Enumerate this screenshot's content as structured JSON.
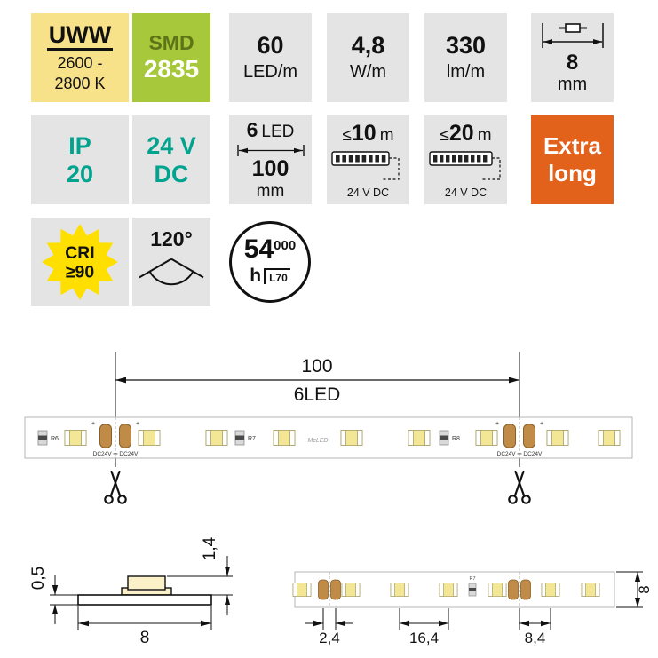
{
  "badges": {
    "color_temp": {
      "code": "UWW",
      "range_line1": "2600 -",
      "range_line2": "2800 K"
    },
    "chip": {
      "type": "SMD",
      "size": "2835"
    },
    "density": {
      "value": "60",
      "unit": "LED/m"
    },
    "power": {
      "value": "4,8",
      "unit": "W/m"
    },
    "flux": {
      "value": "330",
      "unit": "lm/m"
    },
    "strip_width": {
      "value": "8",
      "unit": "mm"
    },
    "ip_rating": {
      "line1": "IP",
      "line2": "20"
    },
    "voltage": {
      "line1": "24 V",
      "line2": "DC"
    },
    "module": {
      "count": "6",
      "count_unit": "LED",
      "length": "100",
      "length_unit": "mm"
    },
    "max_run_10": {
      "lte": "≤",
      "value": "10",
      "unit": "m",
      "caption": "24 V DC"
    },
    "max_run_20": {
      "lte": "≤",
      "value": "20",
      "unit": "m",
      "caption": "24 V DC"
    },
    "extra_long": {
      "line1": "Extra",
      "line2": "long"
    },
    "cri": {
      "label": "CRI",
      "value": "≥90"
    },
    "beam_angle": {
      "value": "120°"
    },
    "lifetime": {
      "value": "54",
      "zeros": "000",
      "unit": "h",
      "box": "L70"
    }
  },
  "strip_diagram": {
    "dim_length": "100",
    "dim_leds": "6LED",
    "r6": "R6",
    "r7": "R7",
    "r8": "R8",
    "brand": "McLED",
    "pad_label": "DC24V ⎓ DC24V",
    "plus": "+"
  },
  "side_view": {
    "thickness": "0,5",
    "height": "1,4",
    "width": "8"
  },
  "top_view": {
    "pad_pitch": "2,4",
    "led_pitch": "16,4",
    "cut_to_led": "8,4",
    "strip_width": "8"
  },
  "colors": {
    "yellow": "#f7e189",
    "green": "#a7c83b",
    "gray": "#e4e4e4",
    "orange": "#e2621b",
    "teal": "#00a48e",
    "star_yellow": "#ffdf00",
    "led_yellow": "#f3e694",
    "pad_gold": "#c08a47"
  }
}
